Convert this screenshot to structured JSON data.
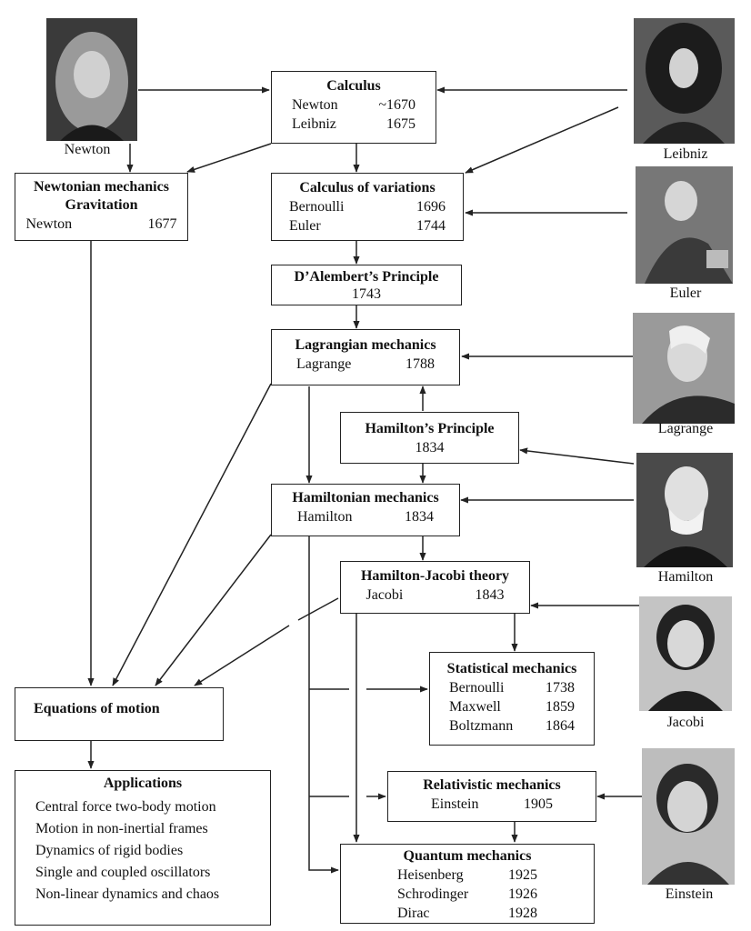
{
  "people": {
    "newton": "Newton",
    "leibniz": "Leibniz",
    "euler": "Euler",
    "lagrange": "Lagrange",
    "hamilton": "Hamilton",
    "jacobi": "Jacobi",
    "einstein": "Einstein"
  },
  "boxes": {
    "calculus": {
      "title": "Calculus",
      "rows": [
        [
          "Newton",
          "~1670"
        ],
        [
          "Leibniz",
          "1675"
        ]
      ]
    },
    "newtonian": {
      "title1": "Newtonian mechanics",
      "title2": "Gravitation",
      "rows": [
        [
          "Newton",
          "1677"
        ]
      ]
    },
    "variations": {
      "title": "Calculus of variations",
      "rows": [
        [
          "Bernoulli",
          "1696"
        ],
        [
          "Euler",
          "1744"
        ]
      ]
    },
    "dalembert": {
      "title": "D’Alembert’s Principle",
      "year": "1743"
    },
    "lagrangian": {
      "title": "Lagrangian mechanics",
      "rows": [
        [
          "Lagrange",
          "1788"
        ]
      ]
    },
    "hamilton_principle": {
      "title": "Hamilton’s Principle",
      "year": "1834"
    },
    "hamiltonian": {
      "title": "Hamiltonian mechanics",
      "rows": [
        [
          "Hamilton",
          "1834"
        ]
      ]
    },
    "hamilton_jacobi": {
      "title": "Hamilton-Jacobi theory",
      "rows": [
        [
          "Jacobi",
          "1843"
        ]
      ]
    },
    "statistical": {
      "title": "Statistical mechanics",
      "rows": [
        [
          "Bernoulli",
          "1738"
        ],
        [
          "Maxwell",
          "1859"
        ],
        [
          "Boltzmann",
          "1864"
        ]
      ]
    },
    "equations": {
      "title": "Equations of motion"
    },
    "relativistic": {
      "title": "Relativistic mechanics",
      "rows": [
        [
          "Einstein",
          "1905"
        ]
      ]
    },
    "quantum": {
      "title": "Quantum mechanics",
      "rows": [
        [
          "Heisenberg",
          "1925"
        ],
        [
          "Schrodinger",
          "1926"
        ],
        [
          "Dirac",
          "1928"
        ]
      ]
    },
    "applications": {
      "title": "Applications",
      "items": [
        "Central force two-body motion",
        "Motion in non-inertial frames",
        "Dynamics of rigid bodies",
        "Single and coupled oscillators",
        "Non-linear dynamics and chaos"
      ]
    }
  }
}
